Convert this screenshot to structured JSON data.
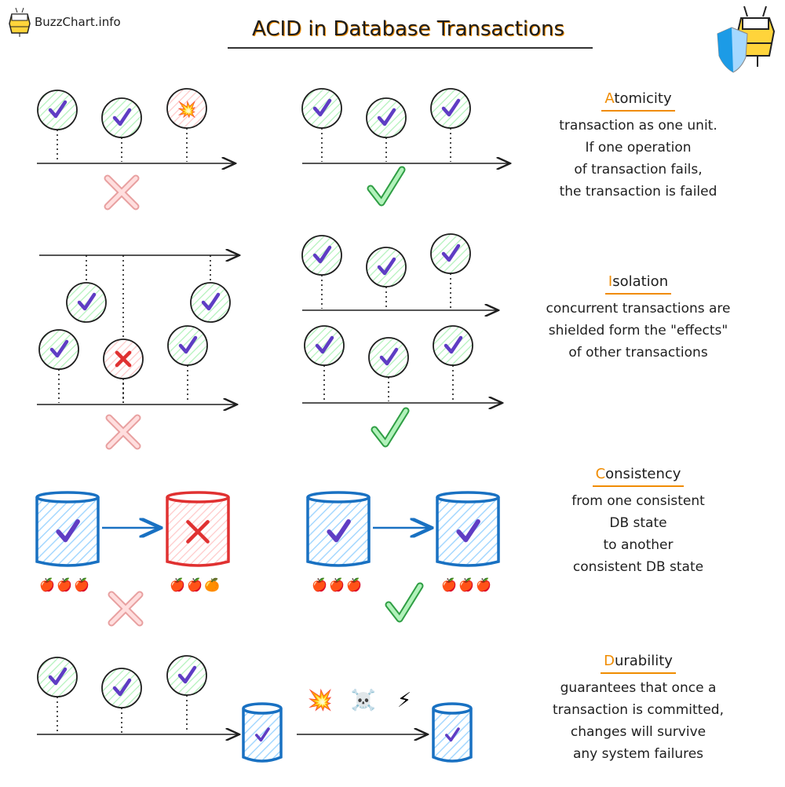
{
  "brand": {
    "name": "BuzzChart.info",
    "logo_icon": "bee-icon"
  },
  "title": "ACID in Database Transactions",
  "corner_icon": "bee-with-shield-icon",
  "sections": [
    {
      "title_first": "A",
      "title_rest": "tomicity",
      "lines": [
        "transaction as one unit.",
        "If one operation",
        "of transaction fails,",
        "the transaction is failed"
      ]
    },
    {
      "title_first": "I",
      "title_rest": "solation",
      "lines": [
        "concurrent transactions are",
        "shielded form the \"effects\"",
        "of other transactions"
      ]
    },
    {
      "title_first": "C",
      "title_rest": "onsistency",
      "lines": [
        "from one consistent",
        "DB state",
        "to another",
        "consistent DB state"
      ]
    },
    {
      "title_first": "D",
      "title_rest": "urability",
      "lines": [
        "guarantees that once a",
        "transaction is committed,",
        "changes will survive",
        "any system failures"
      ]
    }
  ],
  "failure_icons": [
    "explosion-icon",
    "skull-icon",
    "lightning-icon"
  ],
  "colors": {
    "ok": "#2f9e44",
    "fail": "#e03131",
    "db": "#1971c2",
    "accent": "#f08c00",
    "check": "#5f3dc4"
  }
}
